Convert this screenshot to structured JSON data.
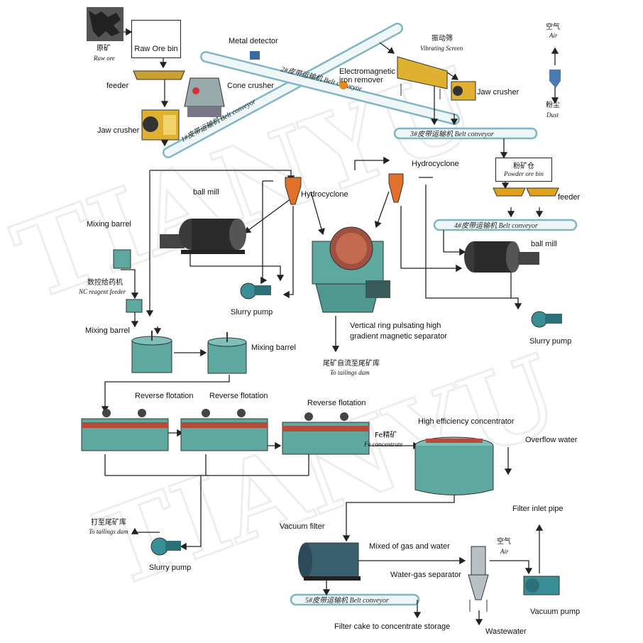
{
  "labels": {
    "raw_ore_cn": "原矿",
    "raw_ore_en": "Raw ore",
    "raw_ore_bin": "Raw Ore bin",
    "feeder_1": "feeder",
    "jaw_crusher_1": "Jaw crusher",
    "metal_detector": "Metal detector",
    "cone_crusher": "Cone crusher",
    "electromagnetic_iron_remover": "Electromagnetic iron remover",
    "vibrating_screen_cn": "振动筛",
    "vibrating_screen_en": "Vibrating Screen",
    "jaw_crusher_2": "Jaw crusher",
    "air_cn_top": "空气",
    "air_en_top": "Air",
    "dust_cn": "粉尘",
    "dust_en": "Dust",
    "hydrocyclone_top": "Hydrocyclone",
    "powder_ore_bin_cn": "粉矿仓",
    "powder_ore_bin_en": "Powder ore bin",
    "feeder_2": "feeder",
    "ball_mill_1": "ball mill",
    "hydrocyclone_left": "Hydrocyclone",
    "ball_mill_2": "ball mill",
    "mixing_barrel_1": "Mixing barrel",
    "nc_reagent_cn": "数控给药机",
    "nc_reagent_en": "NC reagent feeder",
    "mixing_barrel_2": "Mixing barrel",
    "mixing_barrel_3": "Mixing barrel",
    "slurry_pump_1": "Slurry pump",
    "slurry_pump_2": "Slurry pump",
    "vertical_ring": "Vertical ring pulsating high gradient magnetic separator",
    "tailings_cn": "尾矿自流至尾矿库",
    "tailings_en": "To tailings dam",
    "reverse_flotation_1": "Reverse flotation",
    "reverse_flotation_2": "Reverse flotation",
    "reverse_flotation_3": "Reverse flotation",
    "fe_concentrate_cn": "Fe精矿",
    "fe_concentrate_en": "Fe concentrate",
    "high_efficiency_concentrator": "High efficiency concentrator",
    "overflow_water": "Overflow water",
    "to_tailings_cn": "打至尾矿库",
    "to_tailings_en": "To tailings dam",
    "slurry_pump_3": "Slurry pump",
    "vacuum_filter": "Vacuum filter",
    "mixed_gas_water": "Mixed of gas and water",
    "air_cn_bottom": "空气",
    "air_en_bottom": "Air",
    "filter_inlet_pipe": "Filter inlet pipe",
    "water_gas_separator": "Water-gas separator",
    "vacuum_pump": "Vacuum pump",
    "filter_cake": "Filter cake to concentrate storage",
    "wastewater": "Wastewater"
  },
  "conveyors": {
    "c1": "1#皮带运输机 Belt conveyor",
    "c2": "2#皮带运输机 Belt conveyor",
    "c3": "3#皮带运输机 Belt conveyor",
    "c4": "4#皮带运输机 Belt conveyor",
    "c5": "5#皮带运输机 Belt conveyor"
  },
  "colors": {
    "machine_teal": "#5fa8a0",
    "machine_yellow": "#e0b030",
    "machine_dark": "#2b2b2b",
    "pump_teal": "#3a8f96",
    "flotation_red": "#b84a3a",
    "arrow": "#222222"
  }
}
